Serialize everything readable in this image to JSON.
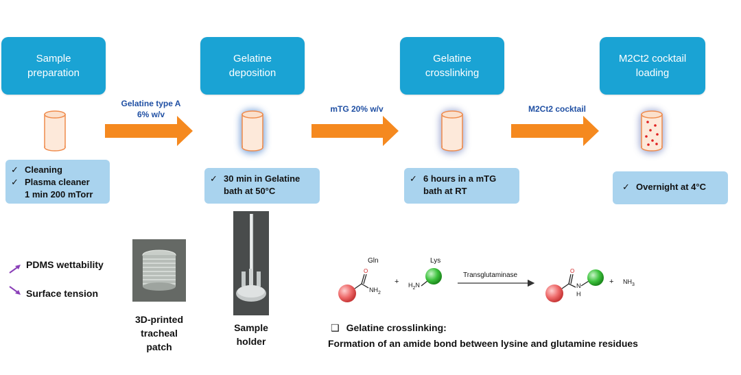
{
  "steps": [
    {
      "line1": "Sample",
      "line2": "preparation"
    },
    {
      "line1": "Gelatine",
      "line2": "deposition"
    },
    {
      "line1": "Gelatine",
      "line2": "crosslinking"
    },
    {
      "line1": "M2Ct2 cocktail",
      "line2": "loading"
    }
  ],
  "arrows": [
    {
      "line1": "Gelatine type A",
      "line2": "6% w/v"
    },
    {
      "line1": "mTG 20% w/v"
    },
    {
      "line1": "M2Ct2 cocktail"
    }
  ],
  "notes": {
    "n1": {
      "check": "✓",
      "line1": "Cleaning",
      "line2": "Plasma cleaner",
      "line3": "1 min 200 mTorr"
    },
    "n2": {
      "check": "✓",
      "line1": "30 min in Gelatine",
      "line2": "bath at 50°C"
    },
    "n3": {
      "check": "✓",
      "line1": "6 hours in a mTG",
      "line2": "bath at RT"
    },
    "n4": {
      "check": "✓",
      "line1": "Overnight at 4°C"
    }
  },
  "factors": {
    "wettability": "PDMS wettability",
    "tension": "Surface tension"
  },
  "photos": {
    "patch": {
      "line1": "3D-printed",
      "line2": "tracheal",
      "line3": "patch"
    },
    "holder": {
      "line1": "Sample",
      "line2": "holder"
    }
  },
  "reaction": {
    "gln": "Gln",
    "lys": "Lys",
    "nh2": "NH",
    "nh2_sub": "2",
    "h2n": "H",
    "h2n_sub": "2",
    "h2n_n": "N",
    "plus1": "+",
    "enzyme": "Transglutaminase",
    "n": "N",
    "h": "H",
    "plus2": "+",
    "nh3": "NH",
    "nh3_sub": "3"
  },
  "caption": {
    "checkbox": "❑",
    "title": "Gelatine crosslinking:",
    "body": "Formation of an amide bond between lysine and glutamine residues"
  },
  "colors": {
    "step_box": "#1aa3d4",
    "note_box": "#a9d3ee",
    "arrow": "#f5891f",
    "cylinder_fill": "#fde9da",
    "cylinder_stroke": "#ef8a4a",
    "gelatine_glow": "#6f9bd6",
    "cocktail_dots": "#e02020",
    "factor_arrow": "#8a3fb8",
    "arrow_label": "#1f4fa3"
  }
}
